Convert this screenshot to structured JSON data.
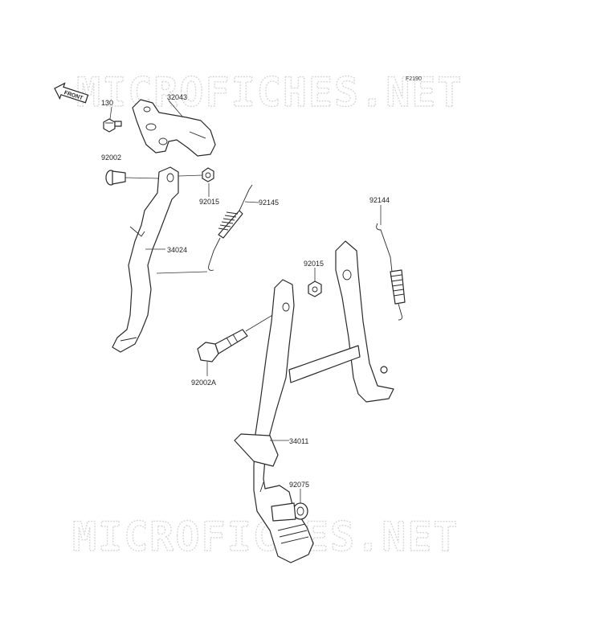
{
  "figure_code": "F2190",
  "watermark": "MICROFICHES.NET",
  "front_label": "FRONT",
  "parts": {
    "p130": "130",
    "p32043": "32043",
    "p92002": "92002",
    "p92015_top": "92015",
    "p92145": "92145",
    "p92144": "92144",
    "p34024": "34024",
    "p92015_mid": "92015",
    "p92002A": "92002A",
    "p34011": "34011",
    "p92075": "92075"
  }
}
